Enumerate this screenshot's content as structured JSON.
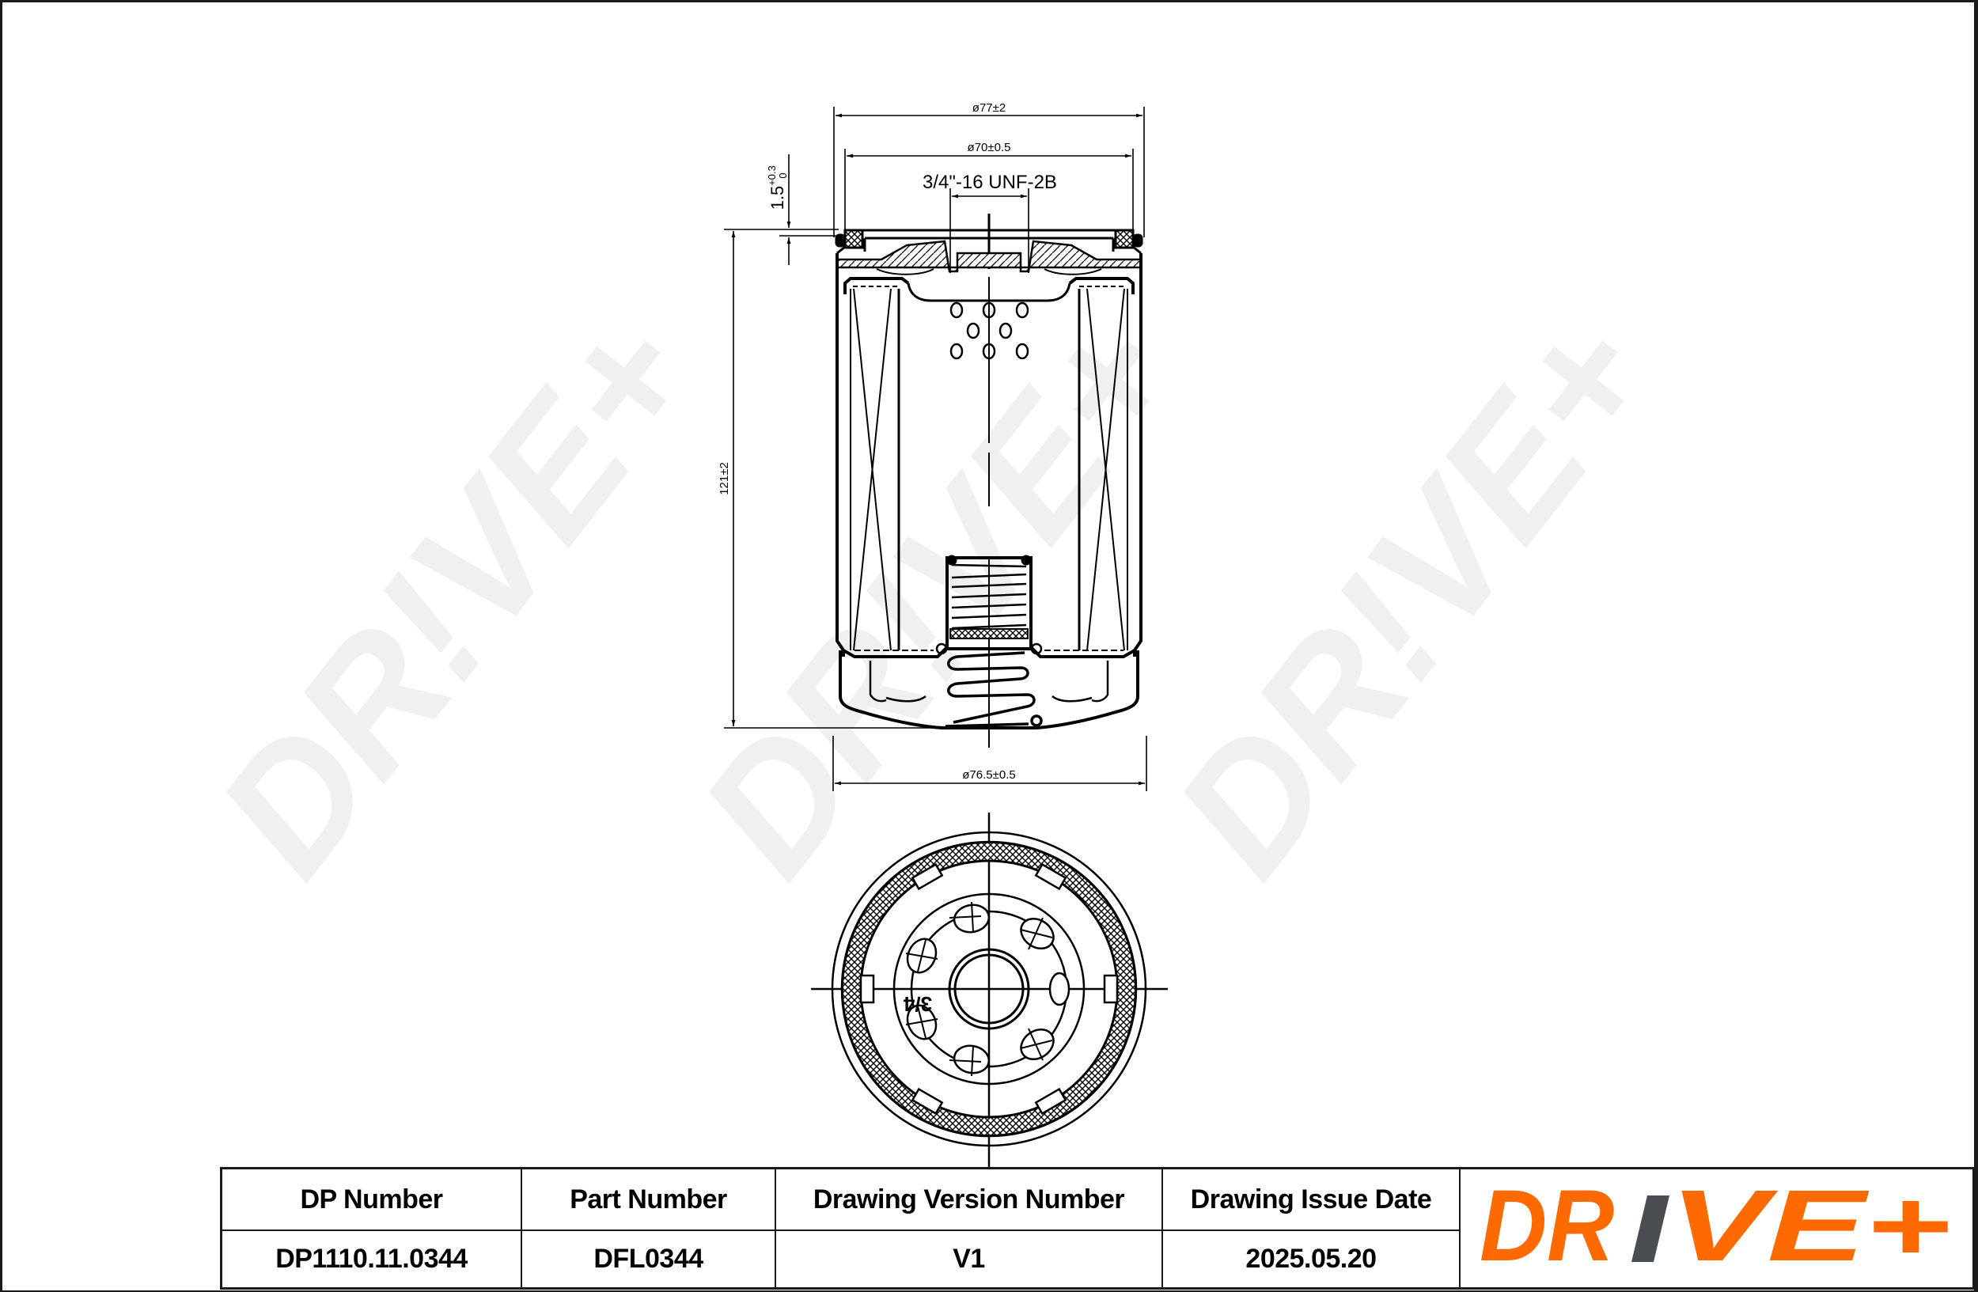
{
  "drawing": {
    "dimensions": {
      "outer_diameter": "ø77±2",
      "gasket_diameter": "ø70±0.5",
      "thread": "3/4\"-16 UNF-2B",
      "gasket_height": "1.5",
      "gasket_height_tol_upper": "+0.3",
      "gasket_height_tol_lower": "0",
      "height": "121±2",
      "body_diameter": "ø76.5±0.5"
    },
    "bottom_view_label": "3/4",
    "watermark_text": "DR!VE+"
  },
  "title_block": {
    "headers": [
      "DP Number",
      "Part Number",
      "Drawing Version Number",
      "Drawing Issue Date"
    ],
    "values": [
      "DP1110.11.0344",
      "DFL0344",
      "V1",
      "2025.05.20"
    ]
  },
  "logo": {
    "text_left": "DR",
    "text_mark": "!",
    "text_right": "VE+",
    "color_primary": "#ff6a00",
    "color_mark": "#4a4d52"
  },
  "colors": {
    "line": "#000000",
    "watermark": "#f0f0f0",
    "border": "#1a1a1a"
  }
}
